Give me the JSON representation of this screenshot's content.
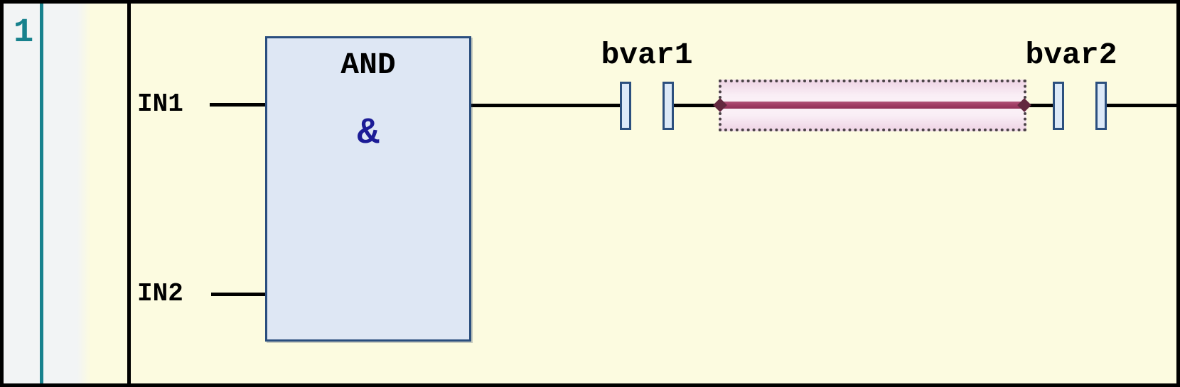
{
  "network": {
    "number": "1"
  },
  "block": {
    "title": "AND",
    "symbol": "&",
    "inputs": [
      {
        "label": "IN1"
      },
      {
        "label": "IN2"
      }
    ]
  },
  "contacts": [
    {
      "label": "bvar1"
    },
    {
      "label": "bvar2"
    }
  ],
  "colors": {
    "canvas_background": "#FCFBE0",
    "gutter_background": "#F2F4F5",
    "network_number_teal": "#17818D",
    "block_fill": "#DEE7F4",
    "block_border": "#2A4E7E",
    "block_symbol_navy": "#1C1C96",
    "contact_fill": "#DCE9F8",
    "contact_border": "#2B4F7E",
    "selection_fill": "#F9EEF5",
    "selection_line": "#A23E66",
    "selection_endpoint": "#63283F",
    "selection_marquee_dots": "#4A4246",
    "wire": "#000000"
  }
}
